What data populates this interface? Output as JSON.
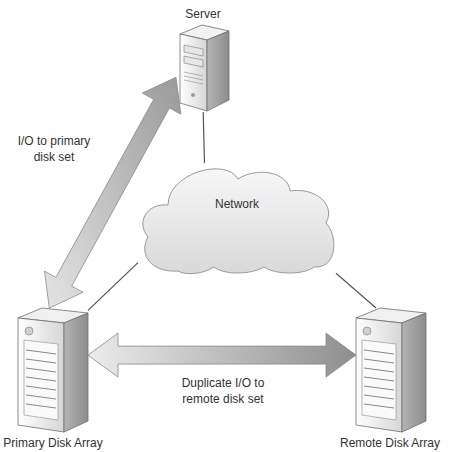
{
  "diagram": {
    "nodes": [
      {
        "text": [
          "Server"
        ]
      },
      {
        "text": [
          "Network"
        ]
      },
      {
        "text": [
          "Primary Disk Array"
        ]
      },
      {
        "text": [
          "Remote Disk Array"
        ]
      }
    ],
    "edges": [
      {
        "from": 2,
        "to": 0,
        "arrow": "both",
        "label": "I/O to primary disk set"
      },
      {
        "from": 2,
        "to": 3,
        "arrow": "both",
        "label": "Duplicate I/O to remote disk set"
      },
      {
        "from": 0,
        "to": 1,
        "arrow": "none"
      },
      {
        "from": 1,
        "to": 2,
        "arrow": "none"
      },
      {
        "from": 1,
        "to": 3,
        "arrow": "none"
      }
    ]
  }
}
